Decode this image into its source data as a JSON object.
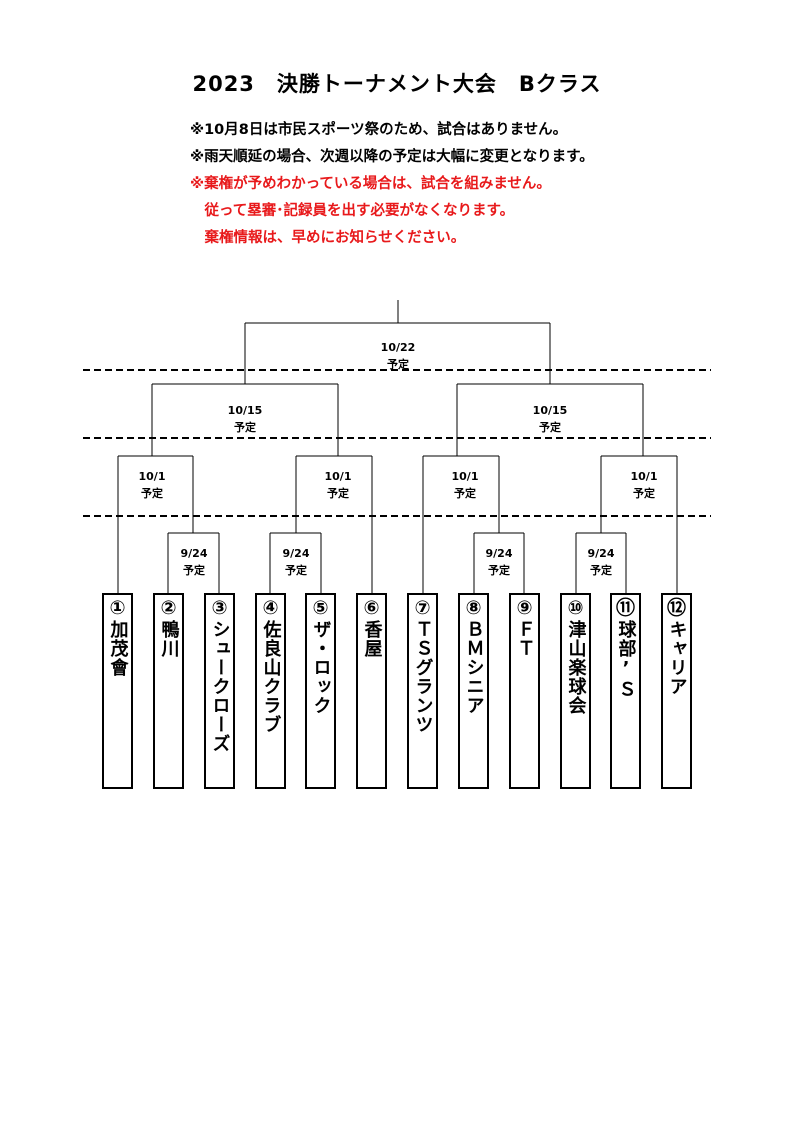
{
  "title": "2023　決勝トーナメント大会　Bクラス",
  "notes": [
    "※10月8日は市民スポーツ祭のため、試合はありません。",
    "※雨天順延の場合、次週以降の予定は大幅に変更となります。"
  ],
  "red_notes": [
    "※棄権が予めわかっている場合は、試合を組みません。",
    "　従って塁審･記録員を出す必要がなくなります。",
    "　棄権情報は、早めにお知らせください。"
  ],
  "colors": {
    "red": "#e8191b",
    "line": "#000000"
  },
  "schedule": {
    "final": {
      "date": "10/22",
      "status": "予定"
    },
    "semi_left": {
      "date": "10/15",
      "status": "予定"
    },
    "semi_right": {
      "date": "10/15",
      "status": "予定"
    },
    "qf1": {
      "date": "10/1",
      "status": "予定"
    },
    "qf2": {
      "date": "10/1",
      "status": "予定"
    },
    "qf3": {
      "date": "10/1",
      "status": "予定"
    },
    "qf4": {
      "date": "10/1",
      "status": "予定"
    },
    "r1_1": {
      "date": "9/24",
      "status": "予定"
    },
    "r1_2": {
      "date": "9/24",
      "status": "予定"
    },
    "r1_3": {
      "date": "9/24",
      "status": "予定"
    },
    "r1_4": {
      "date": "9/24",
      "status": "予定"
    }
  },
  "teams": [
    {
      "num": "①",
      "name": "加茂會"
    },
    {
      "num": "②",
      "name": "鴨川"
    },
    {
      "num": "③",
      "name": "シュークローズ"
    },
    {
      "num": "④",
      "name": "佐良山クラブ"
    },
    {
      "num": "⑤",
      "name": "ザ・ロック"
    },
    {
      "num": "⑥",
      "name": "香屋"
    },
    {
      "num": "⑦",
      "name": "ＴＳグランツ"
    },
    {
      "num": "⑧",
      "name": "ＢＭシニア"
    },
    {
      "num": "⑨",
      "name": "ＦＴ"
    },
    {
      "num": "⑩",
      "name": "津山楽球会"
    },
    {
      "num": "⑪",
      "name": "球部’Ｓ"
    },
    {
      "num": "⑫",
      "name": "キャリア"
    }
  ]
}
